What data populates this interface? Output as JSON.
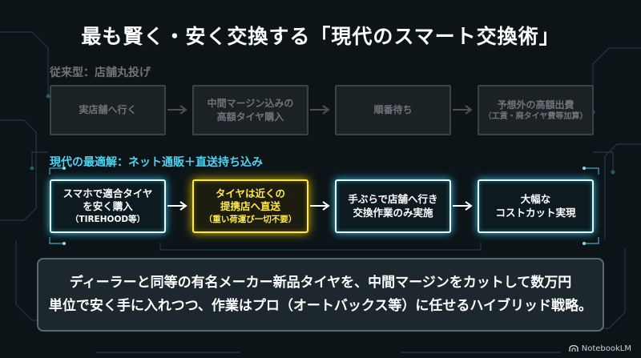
{
  "title": "最も賢く・安く交換する「現代のスマート交換術」",
  "old_flow": {
    "label": "従来型：店舗丸投げ",
    "steps": [
      {
        "line1": "実店舗へ行く",
        "line2": "",
        "sub": ""
      },
      {
        "line1": "中間マージン込みの",
        "line2": "高額タイヤ購入",
        "sub": ""
      },
      {
        "line1": "順番待ち",
        "line2": "",
        "sub": ""
      },
      {
        "line1": "予想外の高額出費",
        "line2": "",
        "sub": "（工賃・廃タイヤ費等加算）"
      }
    ]
  },
  "new_flow": {
    "label": "現代の最適解：ネット通販＋直送持ち込み",
    "steps": [
      {
        "line1": "スマホで適合タイヤ",
        "line2": "を安く購入",
        "sub": "（TIREHOOD等）"
      },
      {
        "line1": "タイヤは近くの",
        "line2": "提携店へ直送",
        "sub": "（重い荷運び一切不要）"
      },
      {
        "line1": "手ぶらで店舗へ行き",
        "line2": "交換作業のみ実施",
        "sub": ""
      },
      {
        "line1": "大幅な",
        "line2": "コストカット実現",
        "sub": ""
      }
    ]
  },
  "summary": {
    "line1": "ディーラーと同等の有名メーカー新品タイヤを、中間マージンをカットして数万円",
    "line2": "単位で安く手に入れつつ、作業はプロ（オートバックス等）に任せるハイブリッド戦略。"
  },
  "logo": "NotebookLM",
  "colors": {
    "background": "#0c1418",
    "accent_cyan": "#4fd3f0",
    "highlight_yellow": "#ffe94a",
    "muted_gray": "#6e7478"
  }
}
